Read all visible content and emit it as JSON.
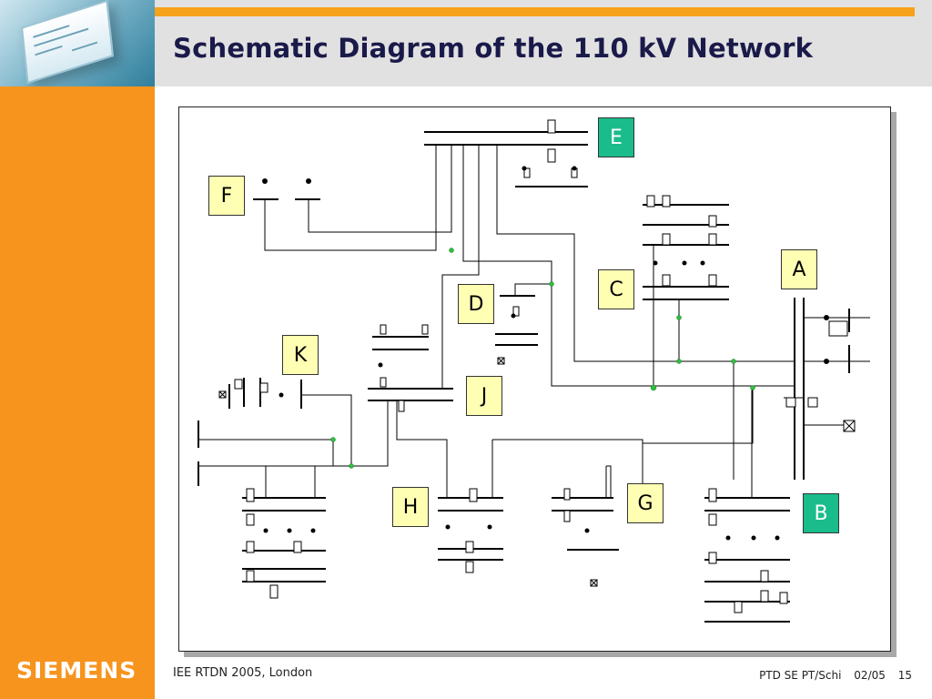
{
  "title": "Schematic Diagram of the 110 kV Network",
  "brand": "SIEMENS",
  "footer": {
    "event": "IEE RTDN 2005, London",
    "department": "PTD SE PT/Schi",
    "date": "02/05",
    "page_number": "15"
  },
  "zones": {
    "E": "E",
    "F": "F",
    "A": "A",
    "C": "C",
    "D": "D",
    "K": "K",
    "J": "J",
    "H": "H",
    "G": "G",
    "B": "B"
  },
  "colors": {
    "accent": "#f7941d",
    "title": "#1a1a4a",
    "zone_yellow": "#ffffb4",
    "zone_green": "#1abc8c",
    "node": "#2fbf3f"
  }
}
